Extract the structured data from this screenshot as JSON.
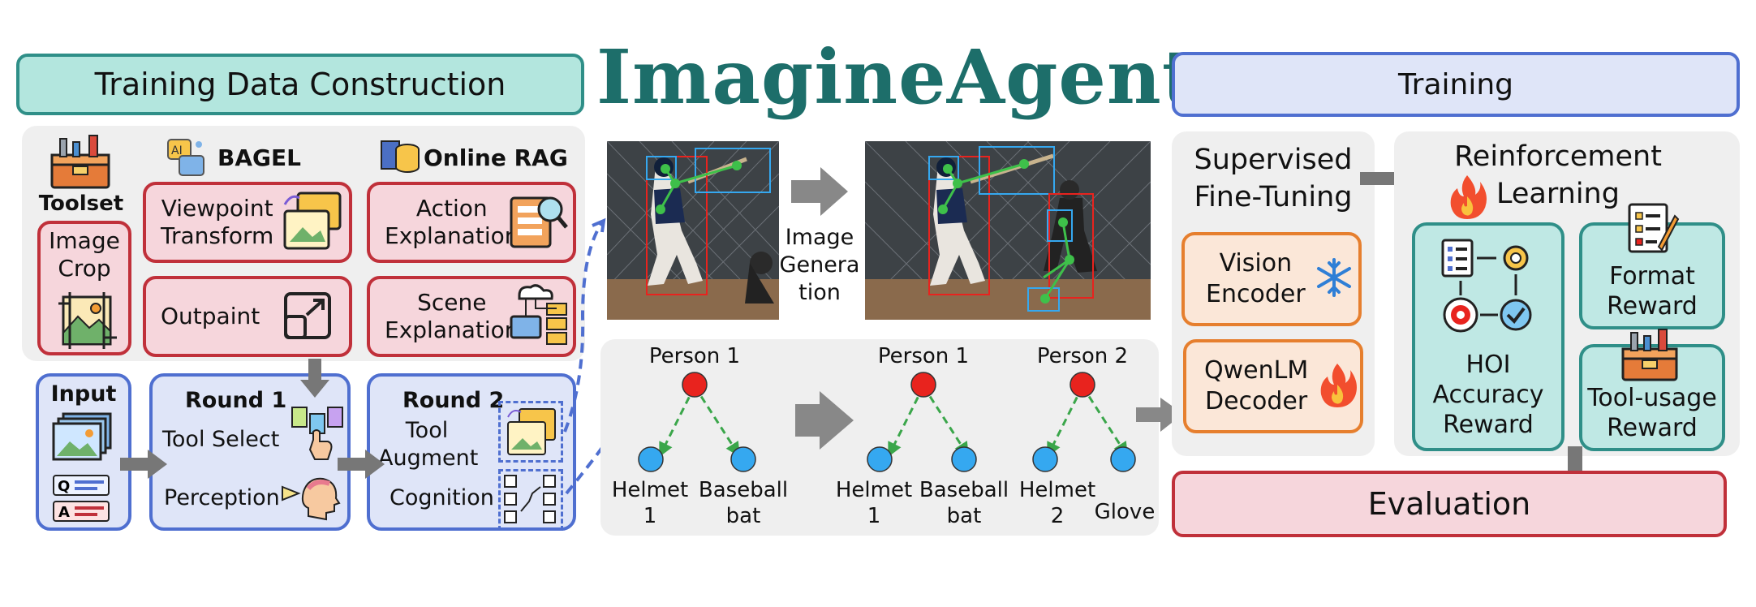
{
  "title": "ImagineAgent",
  "left": {
    "header": "Training Data Construction",
    "toolset_label": "Toolset",
    "image_crop": "Image\nCrop",
    "bagel_label": "BAGEL",
    "viewpoint": "Viewpoint\nTransform",
    "outpaint": "Outpaint",
    "online_rag_label": "Online RAG",
    "action_expl": "Action\nExplanation",
    "scene_expl": "Scene\nExplanation",
    "input_label": "Input",
    "round1_label": "Round 1",
    "tool_select": "Tool Select",
    "perception": "Perception",
    "round2_label": "Round 2",
    "tool_augment": "Tool\nAugment",
    "cognition": "Cognition"
  },
  "middle": {
    "image_generation": "Image\nGenera\ntion",
    "graph_left": {
      "root": "Person 1",
      "leaf_a": "Helmet\n1",
      "leaf_b": "Baseball\nbat"
    },
    "graph_right": {
      "root_1": "Person 1",
      "leaf_1a": "Helmet\n1",
      "leaf_1b": "Baseball\nbat",
      "root_2": "Person 2",
      "leaf_2a": "Helmet\n2",
      "leaf_2b": "Glove"
    }
  },
  "right": {
    "header": "Training",
    "sft": "Supervised\nFine-Tuning",
    "vision_encoder": "Vision\nEncoder",
    "qwen_decoder": "QwenLM\nDecoder",
    "rl": "Reinforcement\nLearning",
    "hoi_reward": "HOI\nAccuracy\nReward",
    "format_reward": "Format\nReward",
    "tool_reward": "Tool-usage\nReward",
    "evaluation": "Evaluation"
  },
  "colors": {
    "teal_header": "#b3e6de",
    "blue_header": "#dfe5f8",
    "pink_box": "#f6d6dc",
    "red_border": "#c0303a",
    "blue_border": "#4f6fd0",
    "orange_border": "#e67f2e",
    "teal_border": "#2f8f88",
    "node_red": "#e8231e",
    "node_blue": "#35a8f0",
    "edge_green": "#3aa64a"
  },
  "icons": [
    "toolbox-icon",
    "image-crop-icon",
    "bagel-logo-icon",
    "viewpoint-icon",
    "outpaint-expand-icon",
    "database-icon",
    "action-book-icon",
    "scene-network-icon",
    "input-images-icon",
    "qa-card-icon",
    "tool-select-hand-icon",
    "perception-head-icon",
    "tool-augment-icon",
    "cognition-grid-icon",
    "snowflake-icon",
    "fire-icon",
    "checklist-cycle-icon",
    "format-doc-icon",
    "toolbox-icon-2"
  ]
}
